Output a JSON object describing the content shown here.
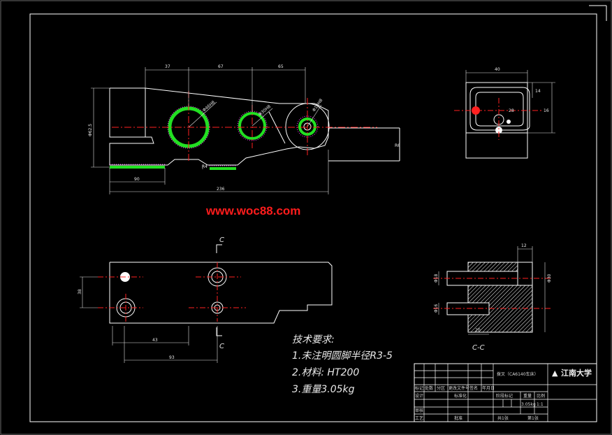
{
  "watermark": "www.woc88.com",
  "technical_requirements": {
    "heading": "技术要求:",
    "items": [
      "1.未注明圆脚半径R3-5",
      "2.材料: HT200",
      "3.重量3.05kg"
    ]
  },
  "section_labels": {
    "cut_letter": "C",
    "section_view": "C-C"
  },
  "front_view_dims": [
    "37",
    "67",
    "65",
    "90",
    "236",
    "R4",
    "R6",
    "Φ62.5"
  ],
  "hole_callouts": [
    "Φ46H8",
    "Φ30H8",
    "Φ18H8"
  ],
  "plan_view_dims": [
    "38",
    "43",
    "93"
  ],
  "side_view_dims": [
    "40",
    "14",
    "16",
    "28"
  ],
  "section_view_dims": [
    "12",
    "Φ18",
    "Φ30",
    "20",
    "Φ16"
  ],
  "title_block": {
    "part_name": "拨叉（CA6140车床）",
    "school": "江南大学",
    "scale": "1:1",
    "weight": "3.05kg",
    "sheets": [
      "共1张",
      "第1张"
    ],
    "labels": [
      "标记",
      "处数",
      "分区",
      "更改文件号",
      "签名",
      "年月日",
      "设计",
      "标准化",
      "阶段标记",
      "重量",
      "比例",
      "审核",
      "工艺",
      "批准"
    ]
  },
  "colors": {
    "background": "#000000",
    "outline": "#ffffff",
    "centerline": "#ff2020",
    "bore": "#22e022",
    "dimension": "#e0e0e0",
    "hatch": "#ff40ff",
    "cut_arrow": "#ffffff",
    "watermark": "#ff1c1c"
  }
}
